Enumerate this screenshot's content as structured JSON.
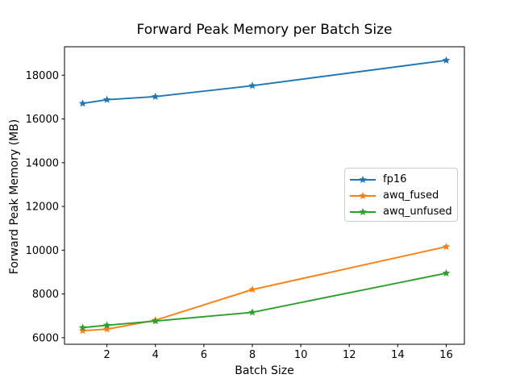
{
  "chart_data": {
    "type": "line",
    "title": "Forward Peak Memory per Batch Size",
    "xlabel": "Batch Size",
    "ylabel": "Forward Peak Memory (MB)",
    "x": [
      1,
      2,
      4,
      8,
      16
    ],
    "series": [
      {
        "name": "fp16",
        "color": "#1f77b4",
        "marker": "star",
        "values": [
          16710,
          16880,
          17020,
          17520,
          18680
        ]
      },
      {
        "name": "awq_fused",
        "color": "#ff7f0e",
        "marker": "star",
        "values": [
          6320,
          6390,
          6800,
          8200,
          10160
        ]
      },
      {
        "name": "awq_unfused",
        "color": "#2ca02c",
        "marker": "star",
        "values": [
          6460,
          6570,
          6760,
          7160,
          8950
        ]
      }
    ],
    "xlim": [
      0.25,
      16.75
    ],
    "ylim": [
      5700,
      19300
    ],
    "xticks": [
      2,
      4,
      6,
      8,
      10,
      12,
      14,
      16
    ],
    "yticks": [
      6000,
      8000,
      10000,
      12000,
      14000,
      16000,
      18000
    ],
    "grid": false,
    "legend_position": "center-right",
    "axis_color": "#000000",
    "background_color": "#ffffff"
  }
}
